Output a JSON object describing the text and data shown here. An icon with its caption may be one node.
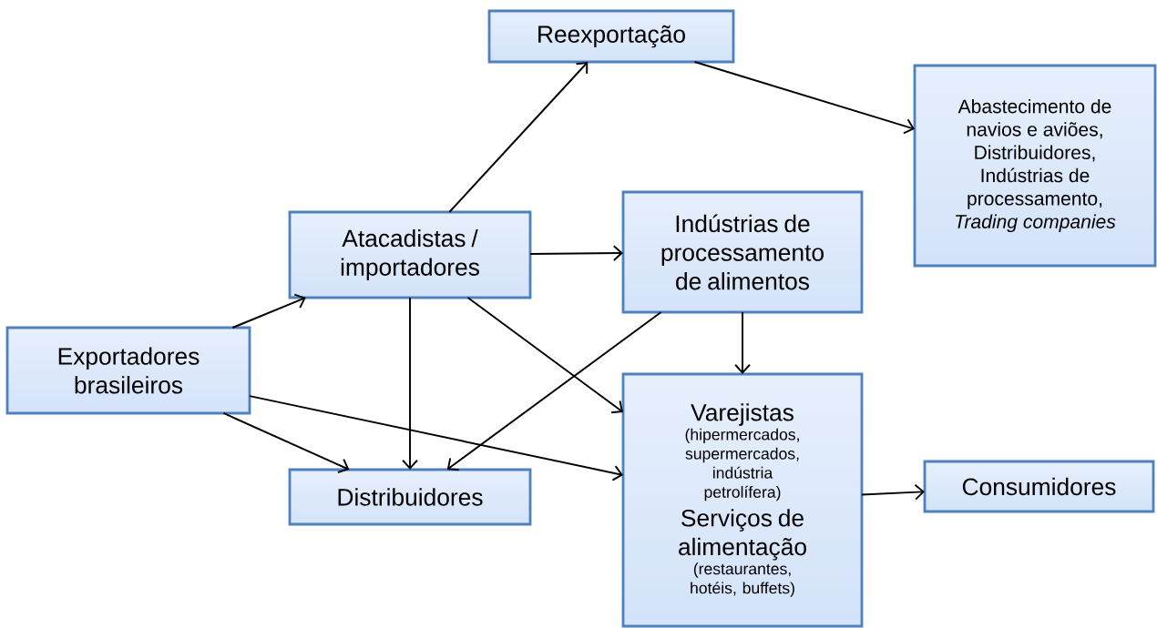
{
  "diagram": {
    "nodes": [
      {
        "text": [
          "Reexportação"
        ]
      },
      {
        "text": [
          "Abastecimento de navios e aviões, Distribuidores, Indústrias de processamento, *Trading companies*"
        ]
      },
      {
        "text": [
          "Atacadistas / importadores"
        ]
      },
      {
        "text": [
          "Indústrias de processamento de alimentos"
        ]
      },
      {
        "text": [
          "Exportadores brasileiros"
        ]
      },
      {
        "text": [
          "Varejistas",
          "(hipermercados, supermercados, indústria petrolífera)",
          "Serviços de alimentação",
          "(restaurantes, hotéis, buffets)"
        ]
      },
      {
        "text": [
          "Distribuidores"
        ]
      },
      {
        "text": [
          "Consumidores"
        ]
      }
    ],
    "edges": [
      {
        "from": 4,
        "to": 2,
        "arrow": "to"
      },
      {
        "from": 4,
        "to": 6,
        "arrow": "to"
      },
      {
        "from": 4,
        "to": 5,
        "arrow": "to"
      },
      {
        "from": 2,
        "to": 0,
        "arrow": "to"
      },
      {
        "from": 0,
        "to": 1,
        "arrow": "to"
      },
      {
        "from": 2,
        "to": 3,
        "arrow": "to"
      },
      {
        "from": 2,
        "to": 6,
        "arrow": "to"
      },
      {
        "from": 2,
        "to": 5,
        "arrow": "to"
      },
      {
        "from": 3,
        "to": 6,
        "arrow": "to"
      },
      {
        "from": 3,
        "to": 5,
        "arrow": "to"
      },
      {
        "from": 5,
        "to": 7,
        "arrow": "to"
      }
    ]
  }
}
